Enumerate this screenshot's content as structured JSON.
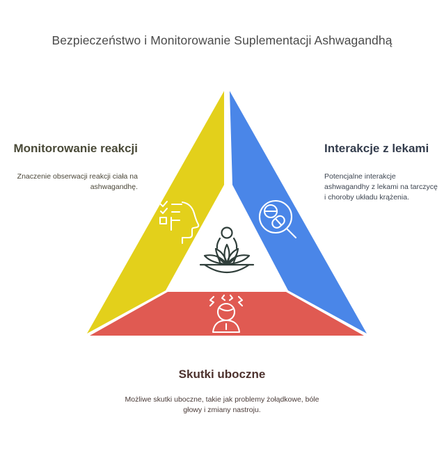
{
  "page": {
    "title": "Bezpieczeństwo i Monitorowanie Suplementacji Ashwagandhą",
    "background_color": "#ffffff"
  },
  "diagram": {
    "type": "triangle-infographic",
    "segments": [
      {
        "id": "monitoring",
        "position": "left",
        "color": "#E3D01B",
        "icon": "head-checklist-icon",
        "heading": "Monitorowanie reakcji",
        "body": "Znaczenie obserwacji reakcji ciała na ashwagandhę.",
        "heading_color": "#4a4a38"
      },
      {
        "id": "interactions",
        "position": "right",
        "color": "#4A86E8",
        "icon": "magnifier-pills-icon",
        "heading": "Interakcje z lekami",
        "body": "Potencjalne interakcje ashwagandhy z lekami na tarczycę i choroby układu krążenia.",
        "heading_color": "#343d4d"
      },
      {
        "id": "side-effects",
        "position": "bottom",
        "color": "#E05A52",
        "icon": "headache-person-icon",
        "heading": "Skutki uboczne",
        "body": "Możliwe skutki uboczne, takie jak problemy żołądkowe, bóle głowy i zmiany nastroju.",
        "heading_color": "#4d322e"
      }
    ],
    "center_icon": {
      "name": "lotus-meditation-icon",
      "color": "#2f3e3a"
    }
  }
}
